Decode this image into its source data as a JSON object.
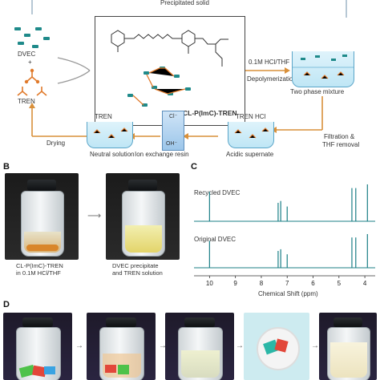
{
  "panel_a": {
    "top_label": "Precipitated solid",
    "monomer_label": "DVEC",
    "plus": "+",
    "crosslinker_label": "TREN",
    "polymer_label": "CL-P(ImC)-TREN",
    "reagent": "0.1M HCl/THF",
    "process": "Depolymerization",
    "two_phase": "Two phase mixture",
    "tren_hcl": "TREN HCl",
    "filtration": "Filtration &",
    "thf_removal": "THF removal",
    "acidic": "Acidic supernate",
    "resin": "Ion exchange resin",
    "cl": "Cl⁻",
    "oh": "OH⁻",
    "tren_top": "TREN",
    "neutral": "Neutral solution",
    "drying": "Drying"
  },
  "panel_b": {
    "label": "B",
    "left_caption_1": "CL-P(ImC)-TREN",
    "left_caption_2": "in 0.1M HCl/THF",
    "right_caption_1": "DVEC precipitate",
    "right_caption_2": "and TREN solution"
  },
  "panel_c": {
    "label": "C",
    "chart_data": {
      "type": "line",
      "series": [
        {
          "name": "Recycled DVEC",
          "peaks": [
            10.0,
            7.35,
            7.25,
            7.0,
            4.5,
            4.35,
            3.9
          ]
        },
        {
          "name": "Original DVEC",
          "peaks": [
            10.0,
            7.35,
            7.25,
            7.0,
            4.5,
            4.35,
            3.9
          ]
        }
      ],
      "xlabel": "Chemical Shift (ppm)",
      "xticks": [
        "10",
        "9",
        "8",
        "7",
        "6",
        "5",
        "4"
      ],
      "xlim": [
        10.6,
        3.6
      ]
    }
  },
  "panel_d": {
    "label": "D",
    "arrows": [
      "→",
      "→",
      "→",
      "→"
    ]
  }
}
